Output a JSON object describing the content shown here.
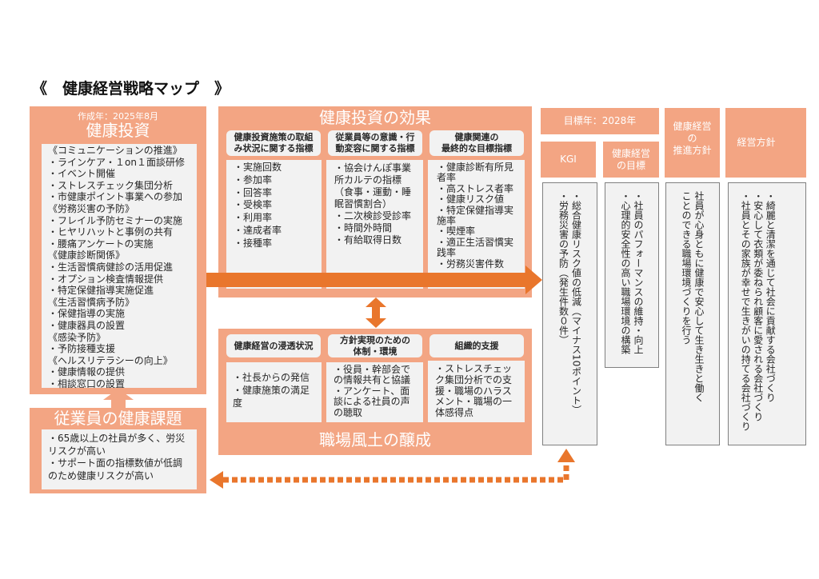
{
  "page": {
    "title": "《　健康経営戦略マップ　》"
  },
  "investment": {
    "created": "作成年：2025年8月",
    "title": "健康投資",
    "items": [
      "《コミュニケーションの推進》",
      "・ラインケア・１on１面談研修",
      "・イベント開催",
      "・ストレスチェック集団分析",
      "・市健康ポイント事業への参加",
      "《労務災害の予防》",
      "・フレイル予防セミナーの実施",
      "・ヒヤリハットと事例の共有",
      "・腰痛アンケートの実施",
      "《健康診断関係》",
      "・生活習慣病健診の活用促進",
      "・オプション検査情報提供",
      "・特定保健指導実施促進",
      "《生活習慣病予防》",
      "・保健指導の実施",
      "・健康器具の設置",
      "《感染予防》",
      "・予防接種支援",
      "《ヘルスリテラシーの向上》",
      "・健康情報の提供",
      "・相談窓口の設置"
    ]
  },
  "issues": {
    "title": "従業員の健康課題",
    "items": [
      "・65歳以上の社員が多く、労災リスクが高い",
      "・サポート面の指標数値が低調のため健康リスクが高い"
    ]
  },
  "effect": {
    "title": "健康投資の効果",
    "columns": [
      {
        "header": [
          "健康投資施策の取組",
          "み状況に関する指標"
        ],
        "items": [
          "・実施回数",
          "・参加率",
          "・回答率",
          "・受検率",
          "・利用率",
          "・達成者率",
          "・接種率"
        ]
      },
      {
        "header": [
          "従業員等の意識・行",
          "動変容に関する指標"
        ],
        "items": [
          "・協会けんぽ事業所カルテの指標（食事・運動・睡眠習慣割合）",
          "・二次検診受診率",
          "・時間外時間",
          "・有給取得日数"
        ]
      },
      {
        "header": [
          "健康関連の",
          "最終的な目標指標"
        ],
        "items": [
          "・健康診断有所見者率",
          "・高ストレス者率",
          "・健康リスク値",
          "・特定保健指導実施率",
          "・喫煙率",
          "・適正生活習慣実践率",
          "・労務災害件数"
        ]
      }
    ]
  },
  "culture": {
    "title": "職場風土の醸成",
    "columns": [
      {
        "header": [
          "健康経営の浸透状況"
        ],
        "items": [
          "・社長からの発信",
          "・健康施策の満足度"
        ]
      },
      {
        "header": [
          "方針実現のための",
          "体制・環境"
        ],
        "items": [
          "・役員・幹部会での情報共有と協議",
          "・アンケート、面談による社員の声の聴取"
        ]
      },
      {
        "header": [
          "組織的支援"
        ],
        "items": [
          "・ストレスチェック集団分析での支援・職場のハラスメント・職場の一体感得点"
        ]
      }
    ]
  },
  "goals": {
    "target_year": "目標年：2028年",
    "kgi": {
      "label": "KGI",
      "items": [
        "・総合健康リスク値の低減（マイナス10ポイント）",
        "・労務災害の予防（発生件数０件）"
      ]
    },
    "objective": {
      "label": [
        "健康経営",
        "の目標"
      ],
      "items": [
        "・社員のパフォーマンスの維持・向上",
        "・心理的安全性の高い職場環境の構築"
      ]
    },
    "policy": {
      "label": [
        "健康経営",
        "の",
        "推進方針"
      ],
      "text": "社員が心身ともに健康で安心して生き生きと働くことのできる職場環境づくりを行う"
    },
    "management": {
      "label": "経営方針",
      "items": [
        "・綺麗と清潔を通じて社会に貢献する会社づくり",
        "・安心して衣類が委ねられ顧客に愛される会社づくり",
        "・社員とその家族が幸せで生きがいの持てる会社づくり"
      ]
    }
  },
  "colors": {
    "box": "#F3A583",
    "arrow": "#E9762C",
    "panel": "#F2F2F2",
    "panel_border": "#808080"
  }
}
